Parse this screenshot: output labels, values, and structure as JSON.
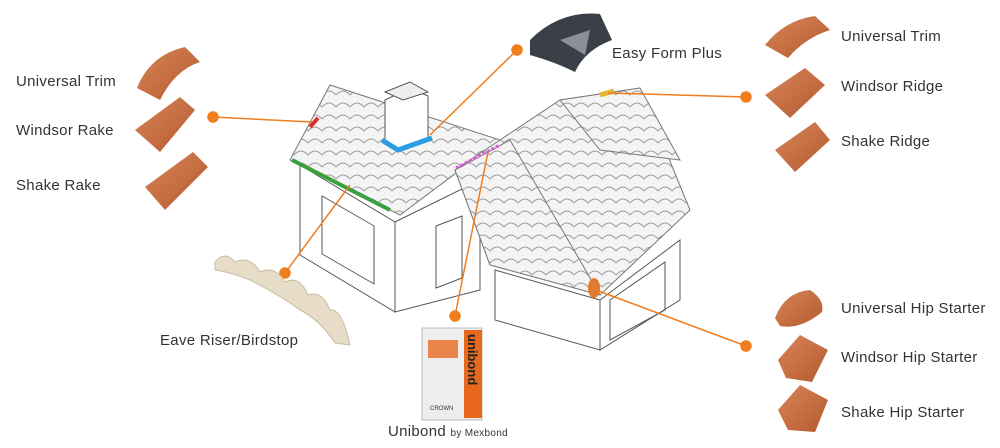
{
  "left_products": [
    "Universal Trim",
    "Windsor Rake",
    "Shake Rake"
  ],
  "right_top_products": [
    "Universal Trim",
    "Windsor Ridge",
    "Shake Ridge"
  ],
  "right_bottom_products": [
    "Universal Hip Starter",
    "Windsor Hip Starter",
    "Shake Hip Starter"
  ],
  "easy_form": "Easy Form Plus",
  "eave_riser": "Eave Riser/Birdstop",
  "unibond": {
    "name": "Unibond",
    "by": "by Mexbond",
    "bag_text": "unibond",
    "brand": "CROWN"
  },
  "colors": {
    "accent": "#f07d1e",
    "tile": "#c8683a",
    "rake_marker": "#d8312c",
    "eave_marker": "#3aa040",
    "flashing": "#2a9ee0",
    "ridge_marker": "#e7b52c",
    "hip_marker": "#d85bd8"
  }
}
